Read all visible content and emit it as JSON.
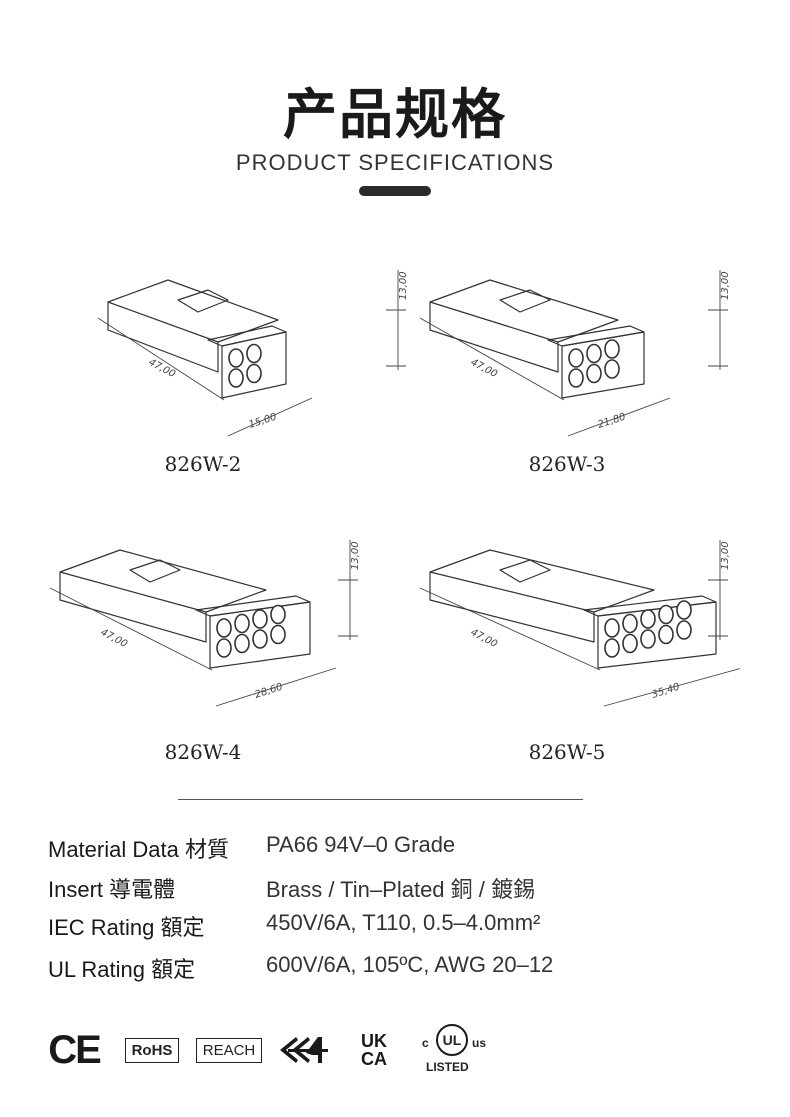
{
  "header": {
    "title_zh": "产品规格",
    "title_en": "PRODUCT SPECIFICATIONS"
  },
  "products": [
    {
      "model": "826W-2",
      "poles": 2,
      "length": "47,00",
      "height": "13,00",
      "width": "15,00"
    },
    {
      "model": "826W-3",
      "poles": 3,
      "length": "47,00",
      "height": "13,00",
      "width": "21,80"
    },
    {
      "model": "826W-4",
      "poles": 4,
      "length": "47,00",
      "height": "13,00",
      "width": "28,60"
    },
    {
      "model": "826W-5",
      "poles": 5,
      "length": "47,00",
      "height": "13,00",
      "width": "35,40"
    }
  ],
  "specs": [
    {
      "label": "Material Data 材質",
      "value": "PA66 94V–0 Grade"
    },
    {
      "label": "Insert 導電體",
      "value": "Brass / Tin–Plated 銅 / 鍍錫"
    },
    {
      "label": "IEC Rating 額定",
      "value": "450V/6A, T110, 0.5–4.0mm²"
    },
    {
      "label": "UL Rating 額定",
      "value": "600V/6A, 105ºC, AWG 20–12"
    }
  ],
  "certifications": {
    "ce": "CE",
    "rohs": "RoHS",
    "reach": "REACH",
    "ukca_top": "UK",
    "ukca_bottom": "CA",
    "ul_c": "c",
    "ul_mark": "UL",
    "ul_us": "us",
    "ul_listed": "LISTED"
  },
  "icons": [
    "ce-mark-icon",
    "eac-mark-icon",
    "ukca-mark-icon",
    "ul-listed-icon"
  ]
}
